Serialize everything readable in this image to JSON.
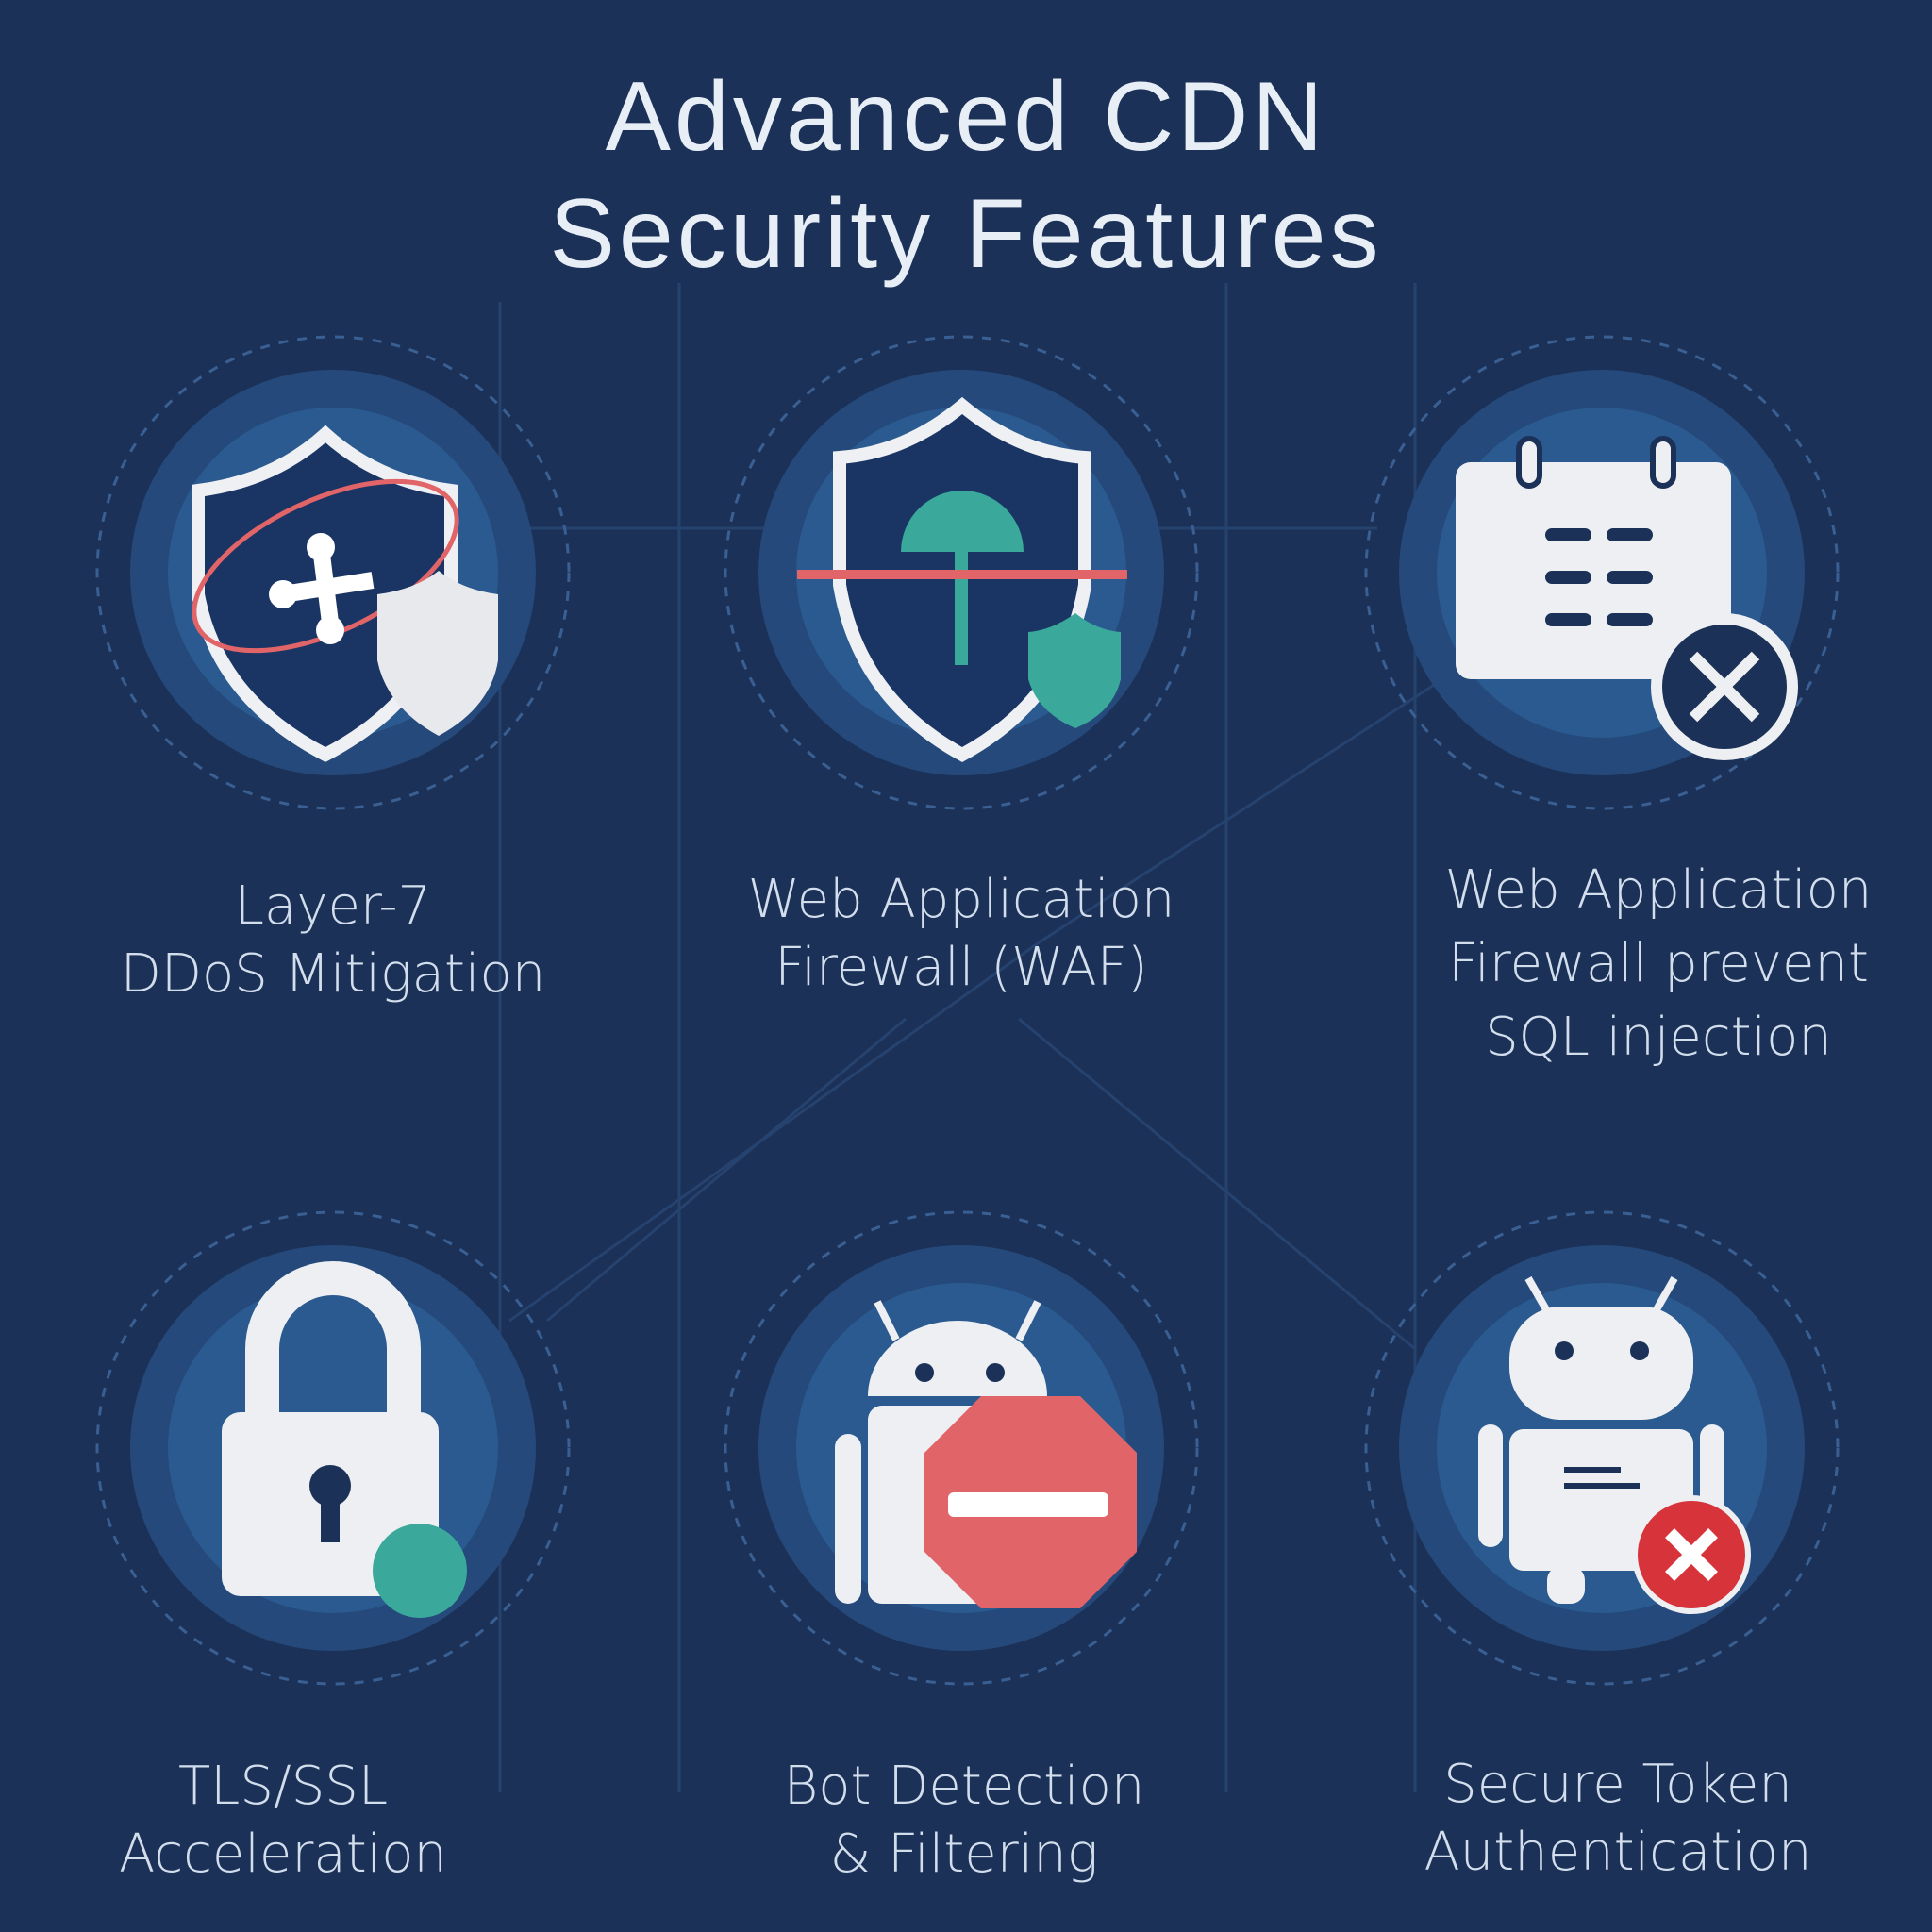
{
  "title": {
    "line1": "Advanced CDN",
    "line2": "Security Features"
  },
  "features": [
    {
      "lines": [
        "Layer-7",
        "DDoS Mitigation"
      ],
      "icon": "shield-network-icon"
    },
    {
      "lines": [
        "Web Application",
        "Firewall (WAF)"
      ],
      "icon": "shield-firewall-icon"
    },
    {
      "lines": [
        "Web Application",
        "Firewall prevent",
        "SQL injection"
      ],
      "icon": "calendar-blocked-icon"
    },
    {
      "lines": [
        "TLS/SSL",
        "Acceleration"
      ],
      "icon": "padlock-icon"
    },
    {
      "lines": [
        "Bot Detection",
        "& Filtering"
      ],
      "icon": "bot-stop-icon"
    },
    {
      "lines": [
        "Secure Token",
        "Authentication"
      ],
      "icon": "bot-denied-icon"
    }
  ],
  "colors": {
    "background": "#1b3157",
    "accent_red": "#e06468",
    "accent_teal": "#3aa89a",
    "icon_white": "#eeeff2"
  }
}
